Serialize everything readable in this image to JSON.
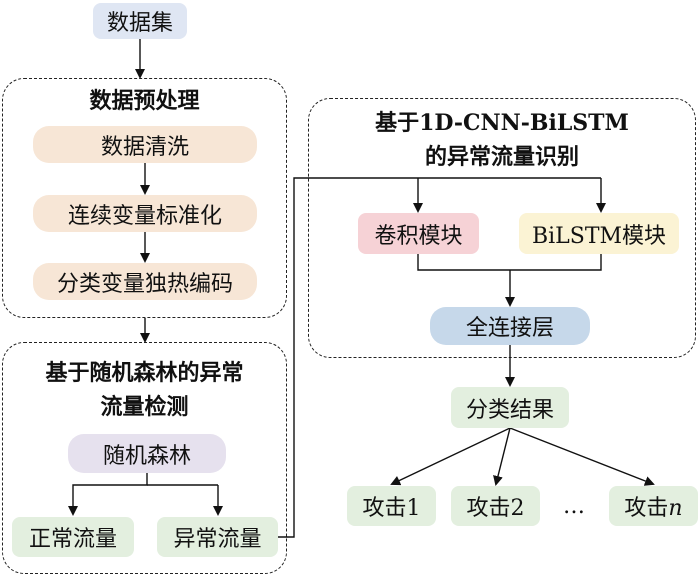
{
  "nodes": {
    "dataset": "数据集",
    "preprocess_title": "数据预处理",
    "data_cleaning": "数据清洗",
    "continuous_std": "连续变量标准化",
    "onehot": "分类变量独热编码",
    "rf_title_line1": "基于随机森林的异常",
    "rf_title_line2": "流量检测",
    "random_forest": "随机森林",
    "normal_traffic": "正常流量",
    "abnormal_traffic": "异常流量",
    "cnn_title_line1": "基于1D-CNN-BiLSTM",
    "cnn_title_line2": "的异常流量识别",
    "conv_module": "卷积模块",
    "bilstm_module": "BiLSTM模块",
    "fully_connected": "全连接层",
    "classification": "分类结果",
    "attack1": "攻击1",
    "attack2": "攻击2",
    "ellipsis": "…",
    "attackn_prefix": "攻击",
    "attackn_suffix": "n"
  },
  "colors": {
    "blue_fill": "#dfe6f3",
    "peach_fill": "#f7e6d6",
    "purple_fill": "#e6e1ee",
    "green_fill": "#e3efdf",
    "pink_fill": "#f6d2d6",
    "cream_fill": "#fbf3d4",
    "fc_fill": "#c6d8ea"
  }
}
